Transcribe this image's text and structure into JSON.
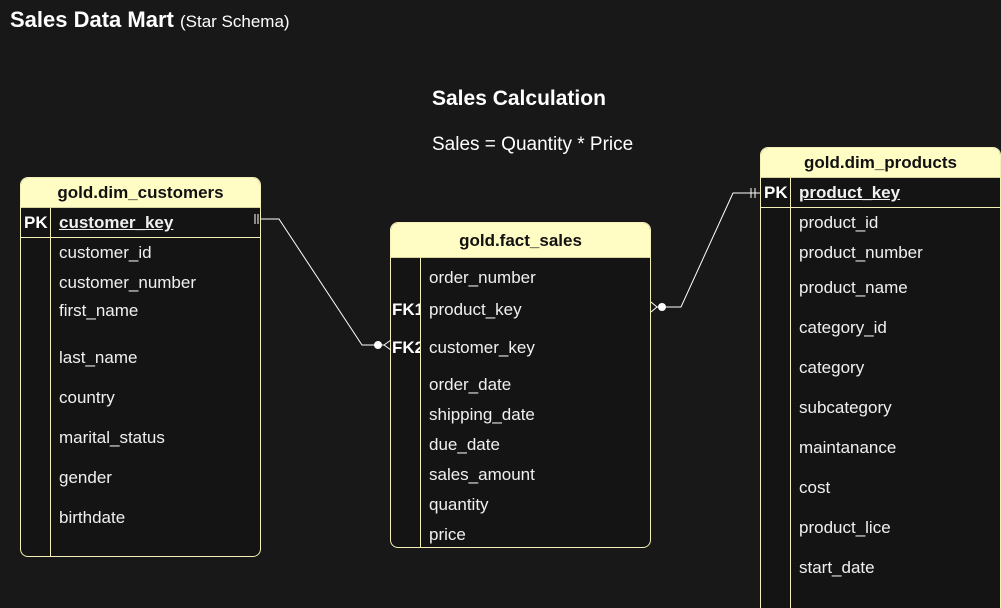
{
  "header": {
    "title": "Sales Data Mart",
    "subtitle": "(Star Schema)"
  },
  "calculation": {
    "title": "Sales Calculation",
    "formula": "Sales = Quantity * Price"
  },
  "tables": {
    "customers": {
      "name": "gold.dim_customers",
      "pk_label": "PK",
      "pk_field": "customer_key",
      "fields": [
        "customer_id",
        "customer_number",
        "first_name",
        "last_name",
        "country",
        "marital_status",
        "gender",
        "birthdate"
      ]
    },
    "fact": {
      "name": "gold.fact_sales",
      "fk1_label": "FK1",
      "fk2_label": "FK2",
      "fields": [
        "order_number",
        "product_key",
        "customer_key",
        "order_date",
        "shipping_date",
        "due_date",
        "sales_amount",
        "quantity",
        "price"
      ]
    },
    "products": {
      "name": "gold.dim_products",
      "pk_label": "PK",
      "pk_field": "product_key",
      "fields": [
        "product_id",
        "product_number",
        "product_name",
        "category_id",
        "category",
        "subcategory",
        "maintanance",
        "cost",
        "product_lice",
        "start_date"
      ]
    }
  },
  "colors": {
    "background": "#181818",
    "header_fill": "#fffcc4",
    "border": "#f5f0b8",
    "line": "#ffffff"
  }
}
